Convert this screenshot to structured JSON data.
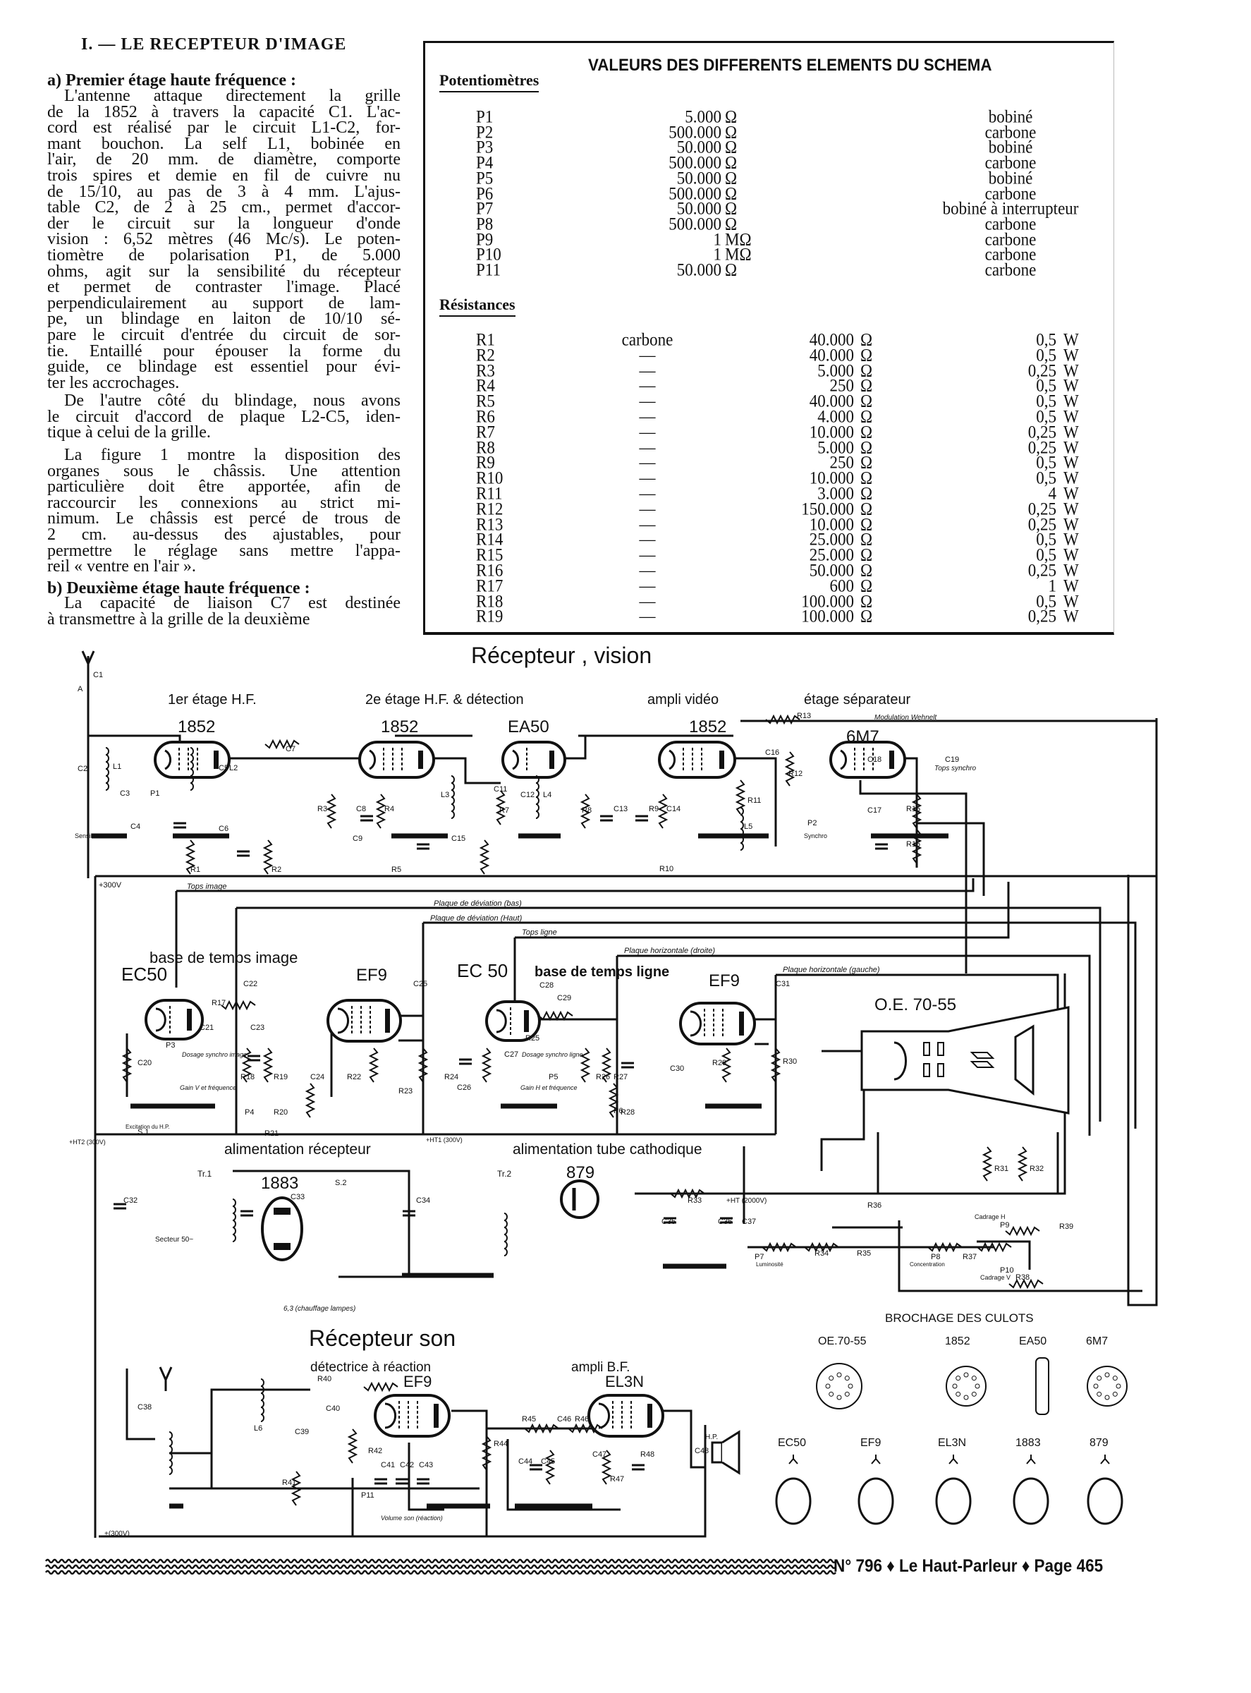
{
  "article": {
    "section_heading": "I. — LE RECEPTEUR D'IMAGE",
    "sub_a": "a) Premier étage haute fréquence :",
    "p1_lines": [
      "L'antenne attaque directement la grille",
      "de la 1852 à travers la capacité C1. L'ac-",
      "cord est réalisé par le circuit L1-C2, for-",
      "mant bouchon. La self L1, bobinée en",
      "l'air, de 20 mm. de diamètre, comporte",
      "trois spires et demie en fil de cuivre nu",
      "de 15/10, au pas de 3 à 4 mm. L'ajus-",
      "table C2, de 2 à 25 cm., permet d'accor-",
      "der le circuit sur la longueur d'onde",
      "vision : 6,52 mètres (46 Mc/s). Le poten-",
      "tiomètre de polarisation P1, de 5.000",
      "ohms, agit sur la sensibilité du récepteur",
      "et permet de contraster l'image. Placé",
      "perpendiculairement au support de lam-",
      "pe, un blindage en laiton de 10/10 sé-",
      "pare le circuit d'entrée du circuit de sor-",
      "tie. Entaillé pour épouser la forme du",
      "guide, ce blindage est essentiel pour évi-",
      "ter les accrochages."
    ],
    "p2_lines": [
      "De l'autre côté du blindage, nous avons",
      "le circuit d'accord de plaque L2-C5, iden-",
      "tique à celui de la grille."
    ],
    "p3_lines": [
      "La figure 1 montre la disposition des",
      "organes sous le châssis. Une attention",
      "particulière doit être apportée, afin de",
      "raccourcir les connexions au strict mi-",
      "nimum. Le châssis est percé de trous de",
      "2 cm. au-dessus des ajustables, pour",
      "permettre le réglage sans mettre l'appa-",
      "reil « ventre en l'air »."
    ],
    "sub_b": "b) Deuxième étage haute fréquence :",
    "p4_lines": [
      "La capacité de liaison C7 est destinée",
      "à transmettre à la grille de la deuxième"
    ]
  },
  "table": {
    "title": "VALEURS DES DIFFERENTS ELEMENTS DU SCHEMA",
    "potentiometers_heading": "Potentiomètres",
    "potentiometers": [
      {
        "ref": "P1",
        "value": "5.000",
        "unit": "Ω",
        "type": "bobiné"
      },
      {
        "ref": "P2",
        "value": "500.000",
        "unit": "Ω",
        "type": "carbone"
      },
      {
        "ref": "P3",
        "value": "50.000",
        "unit": "Ω",
        "type": "bobiné"
      },
      {
        "ref": "P4",
        "value": "500.000",
        "unit": "Ω",
        "type": "carbone"
      },
      {
        "ref": "P5",
        "value": "50.000",
        "unit": "Ω",
        "type": "bobiné"
      },
      {
        "ref": "P6",
        "value": "500.000",
        "unit": "Ω",
        "type": "carbone"
      },
      {
        "ref": "P7",
        "value": "50.000",
        "unit": "Ω",
        "type": "bobiné à interrupteur"
      },
      {
        "ref": "P8",
        "value": "500.000",
        "unit": "Ω",
        "type": "carbone"
      },
      {
        "ref": "P9",
        "value": "1",
        "unit": "MΩ",
        "type": "carbone"
      },
      {
        "ref": "P10",
        "value": "1",
        "unit": "MΩ",
        "type": "carbone"
      },
      {
        "ref": "P11",
        "value": "50.000",
        "unit": "Ω",
        "type": "carbone"
      }
    ],
    "resistors_heading": "Résistances",
    "resistors": [
      {
        "ref": "R1",
        "type": "carbone",
        "value": "40.000",
        "unit": "Ω",
        "watt": "0,5",
        "wunit": "W"
      },
      {
        "ref": "R2",
        "type": "—",
        "value": "40.000",
        "unit": "Ω",
        "watt": "0,5",
        "wunit": "W"
      },
      {
        "ref": "R3",
        "type": "—",
        "value": "5.000",
        "unit": "Ω",
        "watt": "0,25",
        "wunit": "W"
      },
      {
        "ref": "R4",
        "type": "—",
        "value": "250",
        "unit": "Ω",
        "watt": "0,5",
        "wunit": "W"
      },
      {
        "ref": "R5",
        "type": "—",
        "value": "40.000",
        "unit": "Ω",
        "watt": "0,5",
        "wunit": "W"
      },
      {
        "ref": "R6",
        "type": "—",
        "value": "4.000",
        "unit": "Ω",
        "watt": "0,5",
        "wunit": "W"
      },
      {
        "ref": "R7",
        "type": "—",
        "value": "10.000",
        "unit": "Ω",
        "watt": "0,25",
        "wunit": "W"
      },
      {
        "ref": "R8",
        "type": "—",
        "value": "5.000",
        "unit": "Ω",
        "watt": "0,25",
        "wunit": "W"
      },
      {
        "ref": "R9",
        "type": "—",
        "value": "250",
        "unit": "Ω",
        "watt": "0,5",
        "wunit": "W"
      },
      {
        "ref": "R10",
        "type": "—",
        "value": "10.000",
        "unit": "Ω",
        "watt": "0,5",
        "wunit": "W"
      },
      {
        "ref": "R11",
        "type": "—",
        "value": "3.000",
        "unit": "Ω",
        "watt": "4",
        "wunit": "W"
      },
      {
        "ref": "R12",
        "type": "—",
        "value": "150.000",
        "unit": "Ω",
        "watt": "0,25",
        "wunit": "W"
      },
      {
        "ref": "R13",
        "type": "—",
        "value": "10.000",
        "unit": "Ω",
        "watt": "0,25",
        "wunit": "W"
      },
      {
        "ref": "R14",
        "type": "—",
        "value": "25.000",
        "unit": "Ω",
        "watt": "0,5",
        "wunit": "W"
      },
      {
        "ref": "R15",
        "type": "—",
        "value": "25.000",
        "unit": "Ω",
        "watt": "0,5",
        "wunit": "W"
      },
      {
        "ref": "R16",
        "type": "—",
        "value": "50.000",
        "unit": "Ω",
        "watt": "0,25",
        "wunit": "W"
      },
      {
        "ref": "R17",
        "type": "—",
        "value": "600",
        "unit": "Ω",
        "watt": "1",
        "wunit": "W"
      },
      {
        "ref": "R18",
        "type": "—",
        "value": "100.000",
        "unit": "Ω",
        "watt": "0,5",
        "wunit": "W"
      },
      {
        "ref": "R19",
        "type": "—",
        "value": "100.000",
        "unit": "Ω",
        "watt": "0,25",
        "wunit": "W"
      }
    ]
  },
  "schematic": {
    "vision_title": "Récepteur , vision",
    "stage_hf1": "1er étage H.F.",
    "stage_hf2": "2e étage H.F. & détection",
    "stage_video": "ampli vidéo",
    "stage_sep": "étage séparateur",
    "tube_1852_a": "1852",
    "tube_1852_b": "1852",
    "tube_ea50": "EA50",
    "tube_1852_c": "1852",
    "tube_6m7": "6M7",
    "modulation": "Modulation Wehnelt",
    "tops_sync": "Tops synchro",
    "plus300": "+300V",
    "sensibilite": "Sensibilité",
    "synchro": "Synchro",
    "tops_image": "Tops image",
    "plaque_bas": "Plaque de déviation (bas)",
    "plaque_haut": "Plaque de déviation (Haut)",
    "tops_ligne": "Tops ligne",
    "plaque_droite": "Plaque horizontale (droite)",
    "plaque_gauche": "Plaque horizontale (gauche)",
    "base_image": "base de temps image",
    "base_ligne": "base de temps ligne",
    "tube_ec50_a": "EC50",
    "tube_ef9_a": "EF9",
    "tube_ec50_b": "EC 50",
    "tube_ef9_b": "EF9",
    "crt": "O.E. 70-55",
    "dosage_image": "Dosage synchro image",
    "dosage_ligne": "Dosage synchro ligne",
    "gain_v": "Gain V et fréquence",
    "gain_h": "Gain H et fréquence",
    "alim_recepteur": "alimentation récepteur",
    "alim_tube": "alimentation tube cathodique",
    "excitation": "Excitation du H.P.",
    "ht2": "+HT2 (300V)",
    "ht1": "+HT1 (300V)",
    "hv": "+HT (2000V)",
    "tube_1883": "1883",
    "tube_879": "879",
    "tr1": "Tr.1",
    "tr2": "Tr.2",
    "secteur": "Secteur 50~",
    "chauffage": "6,3 (chauffage lampes)",
    "luminosite": "Luminosité",
    "concentration": "Concentration",
    "cadrage_h": "Cadrage H",
    "cadrage_v": "Cadrage V",
    "son_title": "Récepteur son",
    "detectrice": "détectrice à réaction",
    "tube_ef9_son": "EF9",
    "ampli_bf": "ampli B.F.",
    "tube_el3n": "EL3N",
    "volume": "Volume son (réaction)",
    "hp": "H.P.",
    "plus300_son": "+(300V)",
    "brochage_title": "BROCHAGE DES CULOTS",
    "brochage_row1": [
      "OE.70-55",
      "1852",
      "EA50",
      "6M7"
    ],
    "brochage_row2": [
      "EC50",
      "EF9",
      "EL3N",
      "1883",
      "879"
    ],
    "component_labels": [
      "C1",
      "A",
      "C2",
      "L1",
      "C3",
      "P1",
      "C4",
      "R1",
      "C5",
      "L2",
      "C6",
      "R2",
      "C7",
      "R3",
      "C8",
      "R4",
      "C9",
      "R5",
      "L3",
      "C11",
      "R7",
      "C12",
      "L4",
      "R8",
      "C13",
      "R9",
      "C14",
      "R10",
      "C15",
      "R11",
      "L5",
      "R12",
      "C16",
      "R13",
      "C18",
      "P2",
      "C17",
      "R15",
      "R16",
      "C19",
      "R17",
      "C22",
      "C21",
      "C23",
      "C20",
      "P3",
      "R18",
      "R19",
      "P4",
      "R20",
      "R21",
      "C24",
      "R22",
      "C25",
      "R23",
      "R24",
      "C26",
      "C27",
      "P5",
      "R25",
      "R26",
      "R27",
      "P6",
      "C28",
      "C29",
      "R28",
      "C30",
      "R29",
      "C31",
      "R30",
      "S.1",
      "C32",
      "C33",
      "S.2",
      "C34",
      "R33",
      "C35",
      "C36",
      "C37",
      "R34",
      "R35",
      "R36",
      "P7",
      "P8",
      "R37",
      "P9",
      "P10",
      "R38",
      "R39",
      "R31",
      "R32",
      "C38",
      "R40",
      "C40",
      "L6",
      "C39",
      "R41",
      "R42",
      "P11",
      "C41",
      "C42",
      "C43",
      "R44",
      "R45",
      "C46",
      "R46",
      "C44",
      "C45",
      "C47",
      "R47",
      "R48",
      "C48"
    ]
  },
  "footer": {
    "text": "N° 796 ♦ Le Haut-Parleur ♦ Page 465"
  }
}
